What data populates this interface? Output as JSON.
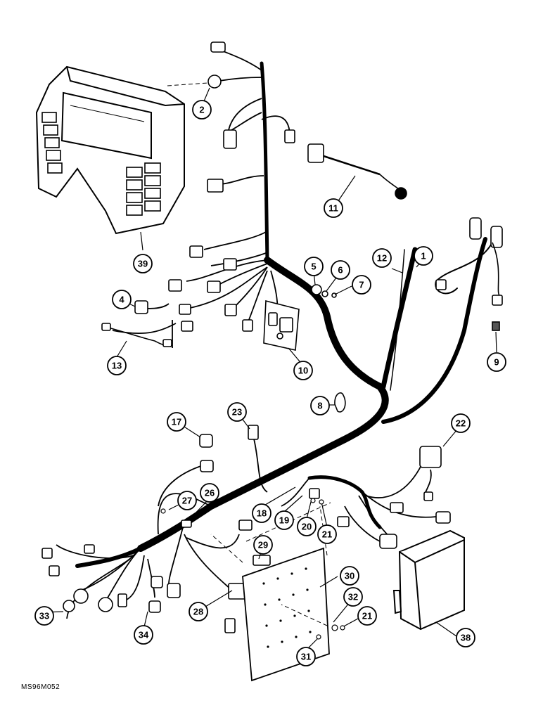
{
  "diagram": {
    "figure_code": "MS96M052",
    "callouts": [
      "1",
      "2",
      "4",
      "5",
      "6",
      "7",
      "8",
      "9",
      "10",
      "11",
      "12",
      "13",
      "17",
      "18",
      "19",
      "20",
      "21",
      "21",
      "22",
      "23",
      "26",
      "27",
      "28",
      "29",
      "30",
      "31",
      "32",
      "33",
      "34",
      "38",
      "39"
    ]
  }
}
